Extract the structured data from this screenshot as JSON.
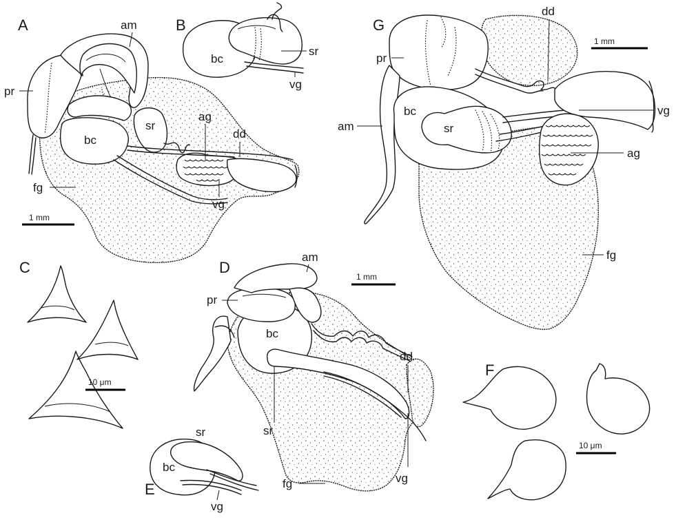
{
  "panels": {
    "A": {
      "letter": "A",
      "labels": {
        "am": "am",
        "pr": "pr",
        "sr": "sr",
        "ag": "ag",
        "dd": "dd",
        "bc": "bc",
        "fg": "fg",
        "vg": "vg"
      },
      "scale": "1 mm"
    },
    "B": {
      "letter": "B",
      "labels": {
        "bc": "bc",
        "sr": "sr",
        "vg": "vg"
      }
    },
    "C": {
      "letter": "C",
      "scale": "10 μm"
    },
    "D": {
      "letter": "D",
      "labels": {
        "am": "am",
        "pr": "pr",
        "bc": "bc",
        "dd": "dd",
        "sr": "sr",
        "fg": "fg",
        "vg": "vg"
      },
      "scale": "1 mm"
    },
    "E": {
      "letter": "E",
      "labels": {
        "sr": "sr",
        "bc": "bc",
        "vg": "vg"
      }
    },
    "F": {
      "letter": "F",
      "scale": "10 μm"
    },
    "G": {
      "letter": "G",
      "labels": {
        "dd": "dd",
        "pr": "pr",
        "vg": "vg",
        "am": "am",
        "bc": "bc",
        "sr": "sr",
        "ag": "ag",
        "fg": "fg"
      },
      "scale": "1 mm"
    }
  }
}
